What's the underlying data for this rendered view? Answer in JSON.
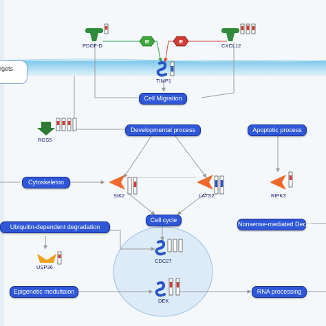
{
  "legend": {
    "label": "rgets"
  },
  "genes": {
    "pdgfd": "PDGF-D",
    "cxcl12": "CXCL12",
    "timp1": "TIMP1",
    "rgs5": "RGS5",
    "sik2": "SIK2",
    "lats2": "LATS2",
    "ripk3": "RIPK3",
    "usp36": "USP36",
    "cdc27": "CDC27",
    "dek": "DEK"
  },
  "processes": {
    "cell_migration": "Cell Migration",
    "developmental": "Developmental process",
    "apoptotic": "Apoptotic process",
    "cytoskeleton": "Cytoskeleton",
    "cell_cycle": "Cell cycle",
    "ubiquitin": "Ubiquitin-dependent degradation",
    "nmd": "Nonsense-mediated Decay",
    "epigenetic": "Epigenetic modultaion",
    "rna_processing": "RNA processing"
  },
  "badges": {
    "expression": "IE",
    "extracellular": "IE"
  },
  "colors": {
    "process_fill": "#2f57d8",
    "membrane": "#8fd3f0",
    "green_edge": "#2ea44f",
    "red_edge": "#d9413a",
    "gray_edge": "#8c8c8c",
    "nucleus": "#dcebf7"
  }
}
